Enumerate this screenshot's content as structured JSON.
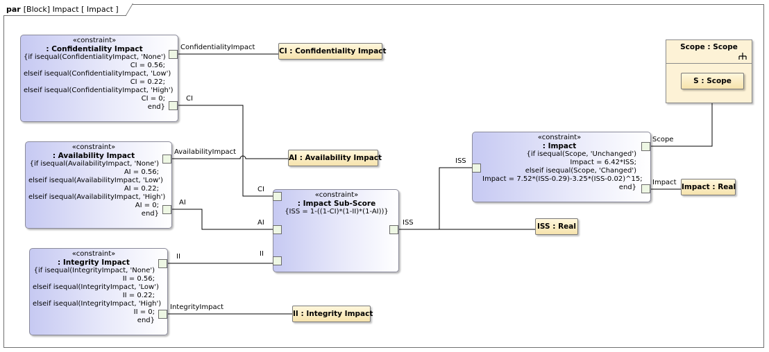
{
  "frame": {
    "kind": "par",
    "title": "[Block] Impact [ Impact ]"
  },
  "constraints": {
    "confidentiality": {
      "stereotype": "«constraint»",
      "name": ": Confidentiality Impact",
      "body": [
        "{if isequal(ConfidentialityImpact, 'None')",
        "CI = 0.56;",
        "elseif isequal(ConfidentialityImpact, 'Low')",
        "CI = 0.22;",
        "elseif isequal(ConfidentialityImpact, 'High')",
        "CI = 0;",
        "end}"
      ]
    },
    "availability": {
      "stereotype": "«constraint»",
      "name": ": Availability Impact",
      "body": [
        "{if isequal(AvailabilityImpact, 'None')",
        "AI = 0.56;",
        "elseif isequal(AvailabilityImpact, 'Low')",
        "AI = 0.22;",
        "elseif isequal(AvailabilityImpact, 'High')",
        "AI = 0;",
        "end}"
      ]
    },
    "integrity": {
      "stereotype": "«constraint»",
      "name": ": Integrity Impact",
      "body": [
        "{if isequal(IntegrityImpact, 'None')",
        "II = 0.56;",
        "elseif isequal(IntegrityImpact, 'Low')",
        "II = 0.22;",
        "elseif isequal(IntegrityImpact, 'High')",
        "II = 0;",
        "end}"
      ]
    },
    "subscore": {
      "stereotype": "«constraint»",
      "name": ": Impact Sub-Score",
      "body": [
        "{ISS = 1-((1-CI)*(1-II)*(1-AI))}"
      ]
    },
    "impact": {
      "stereotype": "«constraint»",
      "name": ": Impact",
      "body": [
        "{if isequal(Scope, 'Unchanged')",
        "Impact = 6.42*ISS;",
        "elseif isequal(Scope, 'Changed')",
        "Impact = 7.52*(ISS-0.29)-3.25*(ISS-0.02)^15;",
        "end}"
      ]
    }
  },
  "value_properties": {
    "ci": "CI : Confidentiality Impact",
    "ai": "AI : Availability Impact",
    "ii": "II : Integrity Impact",
    "iss": "ISS : Real",
    "impact": "Impact : Real"
  },
  "scope_block": {
    "title": "Scope : Scope",
    "part": "S : Scope"
  },
  "port_labels": {
    "confidentiality_impact": "ConfidentialityImpact",
    "ci_out": "CI",
    "availability_impact": "AvailabilityImpact",
    "ai_out": "AI",
    "ii_out": "II",
    "integrity_impact": "IntegrityImpact",
    "sub_ci": "CI",
    "sub_ai": "AI",
    "sub_ii": "II",
    "sub_iss": "ISS",
    "impact_iss": "ISS",
    "impact_scope": "Scope",
    "impact_out": "Impact"
  }
}
